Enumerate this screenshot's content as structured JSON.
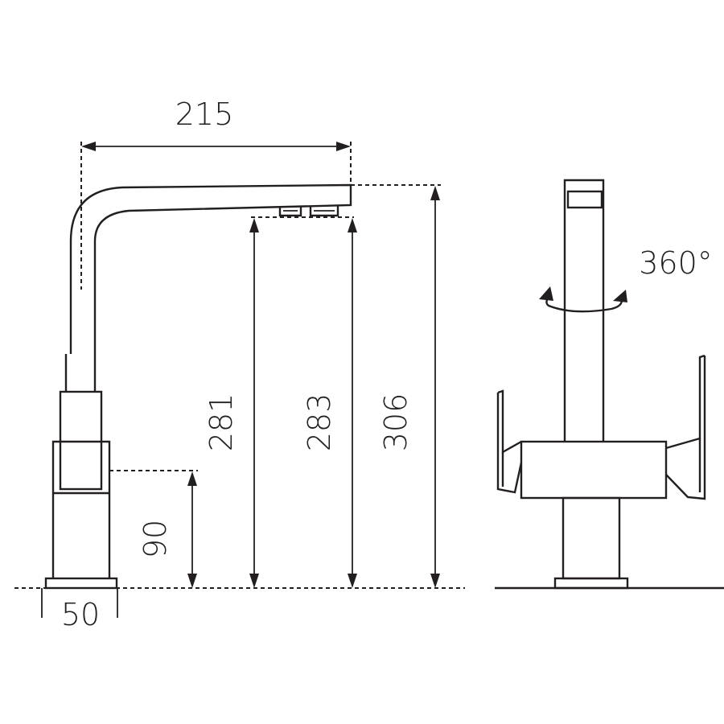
{
  "dimensions": {
    "spout_reach": "215",
    "height_281": "281",
    "height_283": "283",
    "height_306": "306",
    "body_height": "90",
    "base_width": "50",
    "rotation": "360°"
  }
}
